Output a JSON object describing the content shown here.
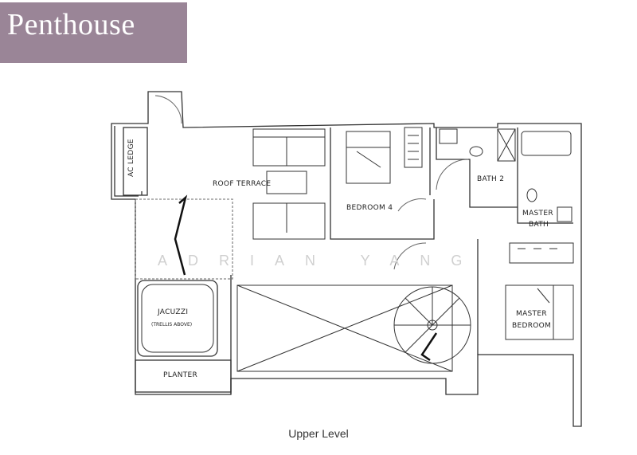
{
  "header": {
    "title": "Penthouse",
    "color": "#9a8597"
  },
  "plan": {
    "rooms": {
      "ac_ledge": "AC LEDGE",
      "roof_terrace": "ROOF TERRACE",
      "bedroom_4": "BEDROOM 4",
      "bath_2": "BATH 2",
      "master_bath_1": "MASTER",
      "master_bath_2": "BATH",
      "master_bedroom_1": "MASTER",
      "master_bedroom_2": "BEDROOM",
      "jacuzzi": "JACUZZI",
      "jacuzzi_note": "(TRELLIS ABOVE)",
      "planter": "PLANTER"
    },
    "watermark": "ADRIAN YANG",
    "level_caption": "Upper Level"
  }
}
